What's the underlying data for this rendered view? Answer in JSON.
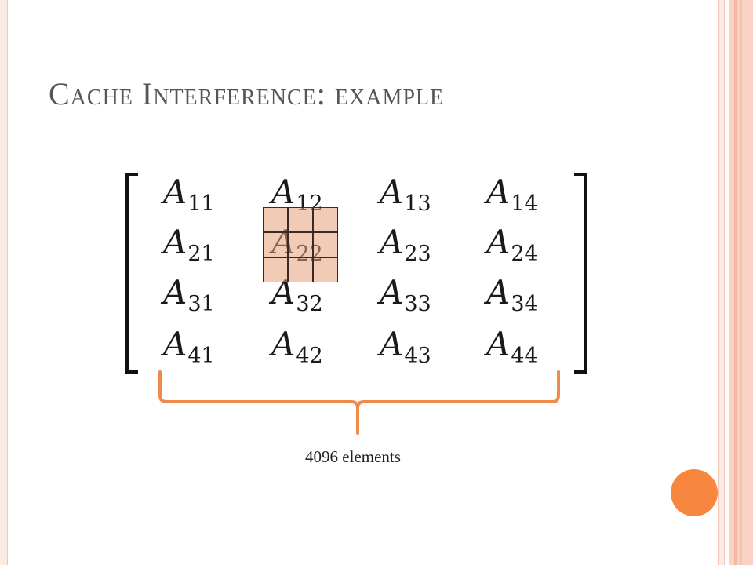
{
  "slide": {
    "title": "Cache Interference: example",
    "colors": {
      "accent": "#f7863e",
      "frame": "#f8d3c4",
      "cache_block": "#e6a078",
      "title_text": "#555555"
    }
  },
  "matrix": {
    "symbol": "A",
    "rows": [
      [
        "11",
        "12",
        "13",
        "14"
      ],
      [
        "21",
        "22",
        "23",
        "24"
      ],
      [
        "31",
        "32",
        "33",
        "34"
      ],
      [
        "41",
        "42",
        "43",
        "44"
      ]
    ]
  },
  "cache_grid": {
    "rows": 3,
    "cols": 3
  },
  "brace": {
    "label": "4096 elements"
  }
}
